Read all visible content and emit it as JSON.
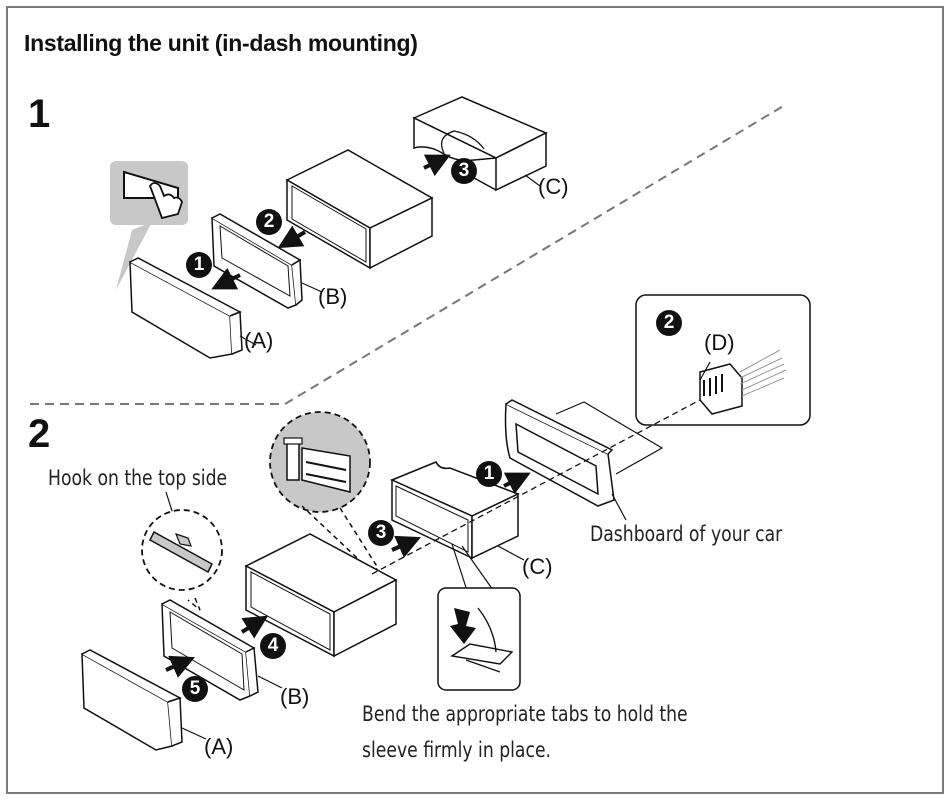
{
  "title": "Installing the unit (in-dash mounting)",
  "steps": {
    "step1": "1",
    "step2": "2"
  },
  "step1_markers": [
    "1",
    "2",
    "3"
  ],
  "step2_markers": [
    "1",
    "2",
    "3",
    "4",
    "5"
  ],
  "parts": {
    "a": "(A)",
    "b": "(B)",
    "c": "(C)",
    "d": "(D)"
  },
  "captions": {
    "hook": "Hook on the top side",
    "dashboard": "Dashboard of your car",
    "bend_line1": "Bend the appropriate tabs to hold the",
    "bend_line2": "sleeve firmly in place."
  },
  "colors": {
    "callout_gray": "#c8c8c8",
    "ink": "#111111",
    "border": "#7a7a7a"
  }
}
